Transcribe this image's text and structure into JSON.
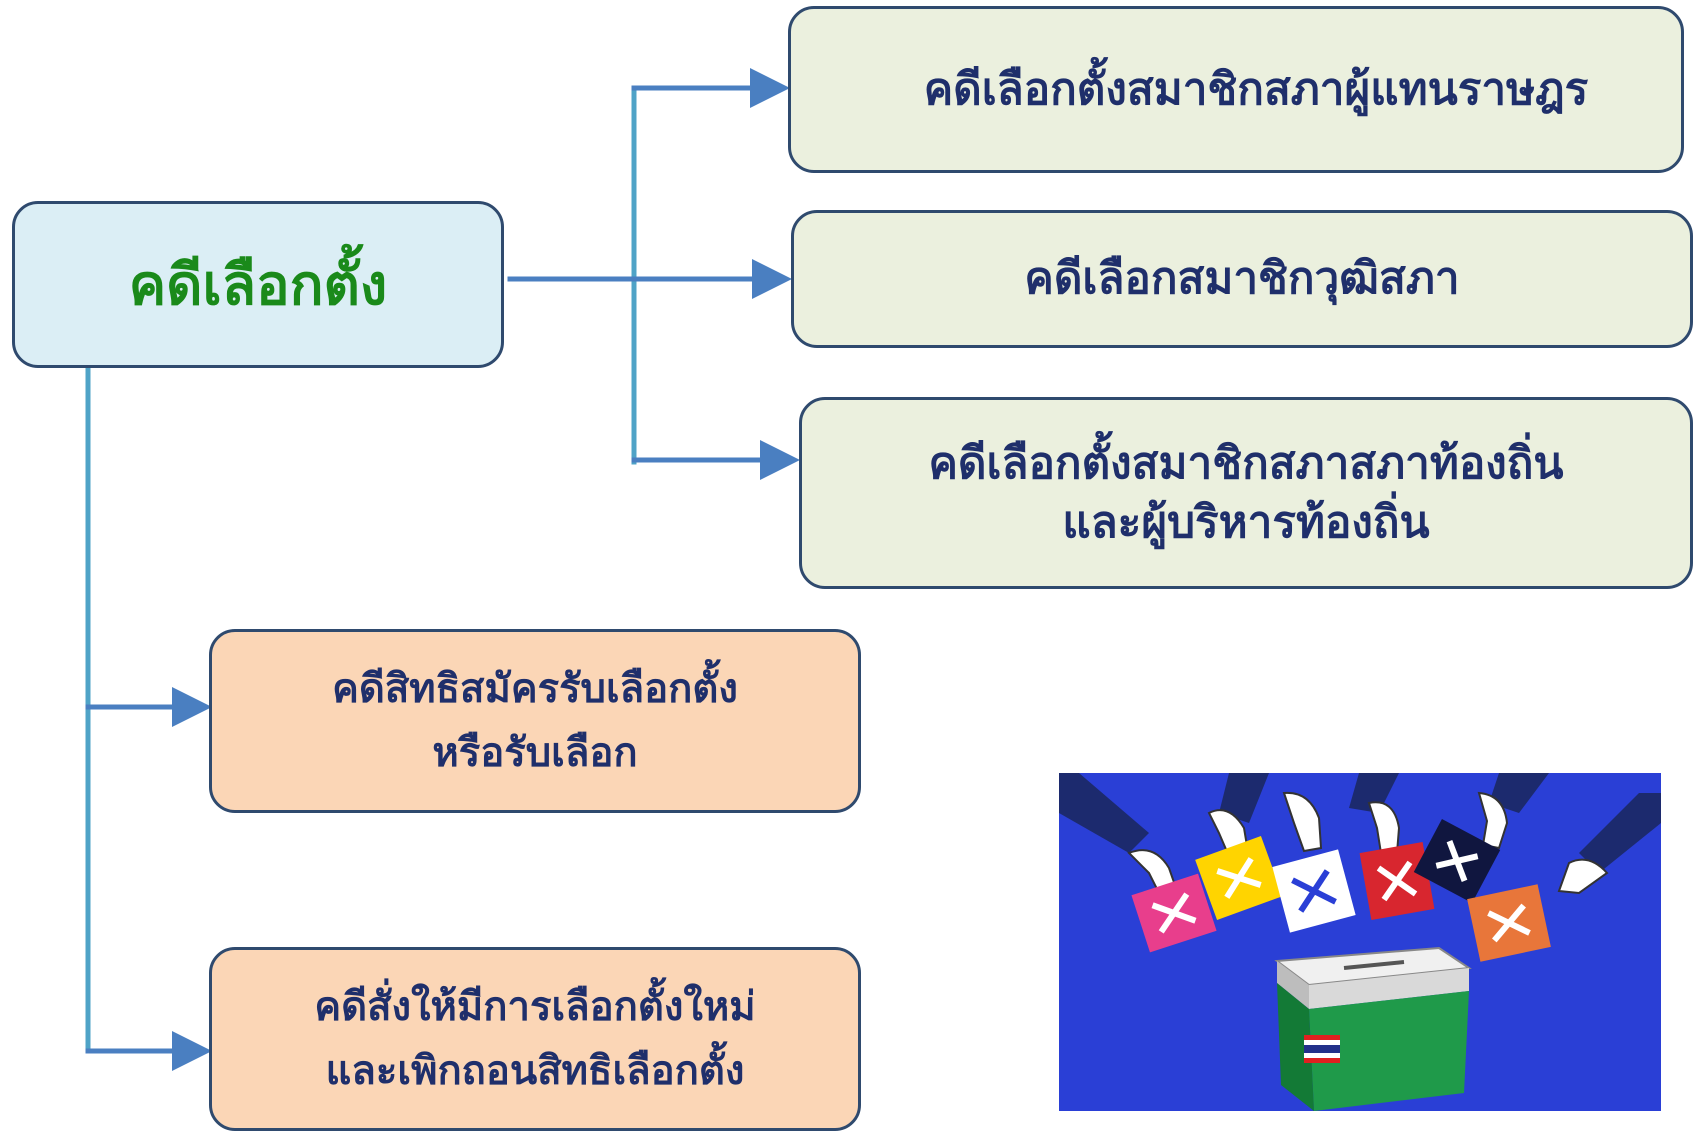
{
  "diagram": {
    "root": {
      "label": "คดีเลือกตั้ง"
    },
    "right_branches": [
      {
        "lines": [
          "คดีเลือกตั้งสมาชิกสภาผู้แทนราษฎร"
        ]
      },
      {
        "lines": [
          "คดีเลือกสมาชิกวุฒิสภา"
        ]
      },
      {
        "lines": [
          "คดีเลือกตั้งสมาชิกสภาสภาท้องถิ่น",
          "และผู้บริหารท้องถิ่น"
        ]
      }
    ],
    "down_branches": [
      {
        "lines": [
          "คดีสิทธิสมัครรับเลือกตั้ง",
          "หรือรับเลือก"
        ]
      },
      {
        "lines": [
          "คดีสั่งให้มีการเลือกตั้งใหม่",
          "และเพิกถอนสิทธิเลือกตั้ง"
        ]
      }
    ]
  },
  "illustration": {
    "name": "ballot-voting-illustration"
  },
  "colors": {
    "connector": "#4fa3c7",
    "arrow": "#4a7fc1",
    "root_fill": "#dbeef5",
    "root_text": "#1a8a1a",
    "green_box_fill": "#ebf0de",
    "orange_box_fill": "#fbd6b6",
    "box_text": "#1f2f6b",
    "box_border": "#2f4a6e"
  }
}
